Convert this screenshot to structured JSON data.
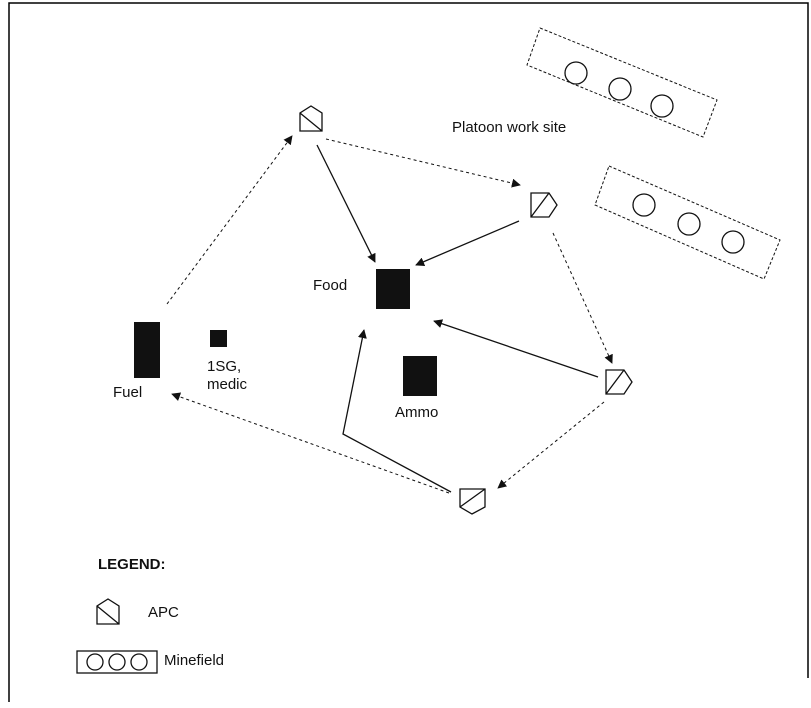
{
  "labels": {
    "work_site": "Platoon work site",
    "food": "Food",
    "fuel": "Fuel",
    "first_sergeant_line1": "1SG,",
    "first_sergeant_line2": "medic",
    "ammo": "Ammo"
  },
  "legend": {
    "title": "LEGEND:",
    "apc_label": "APC",
    "minefield_label": "Minefield"
  },
  "icons": {
    "apc": "apc-icon",
    "minefield": "minefield-icon",
    "supply_point": "filled-square"
  },
  "colors": {
    "ink": "#111111",
    "frame": "#000000",
    "background": "#ffffff"
  }
}
